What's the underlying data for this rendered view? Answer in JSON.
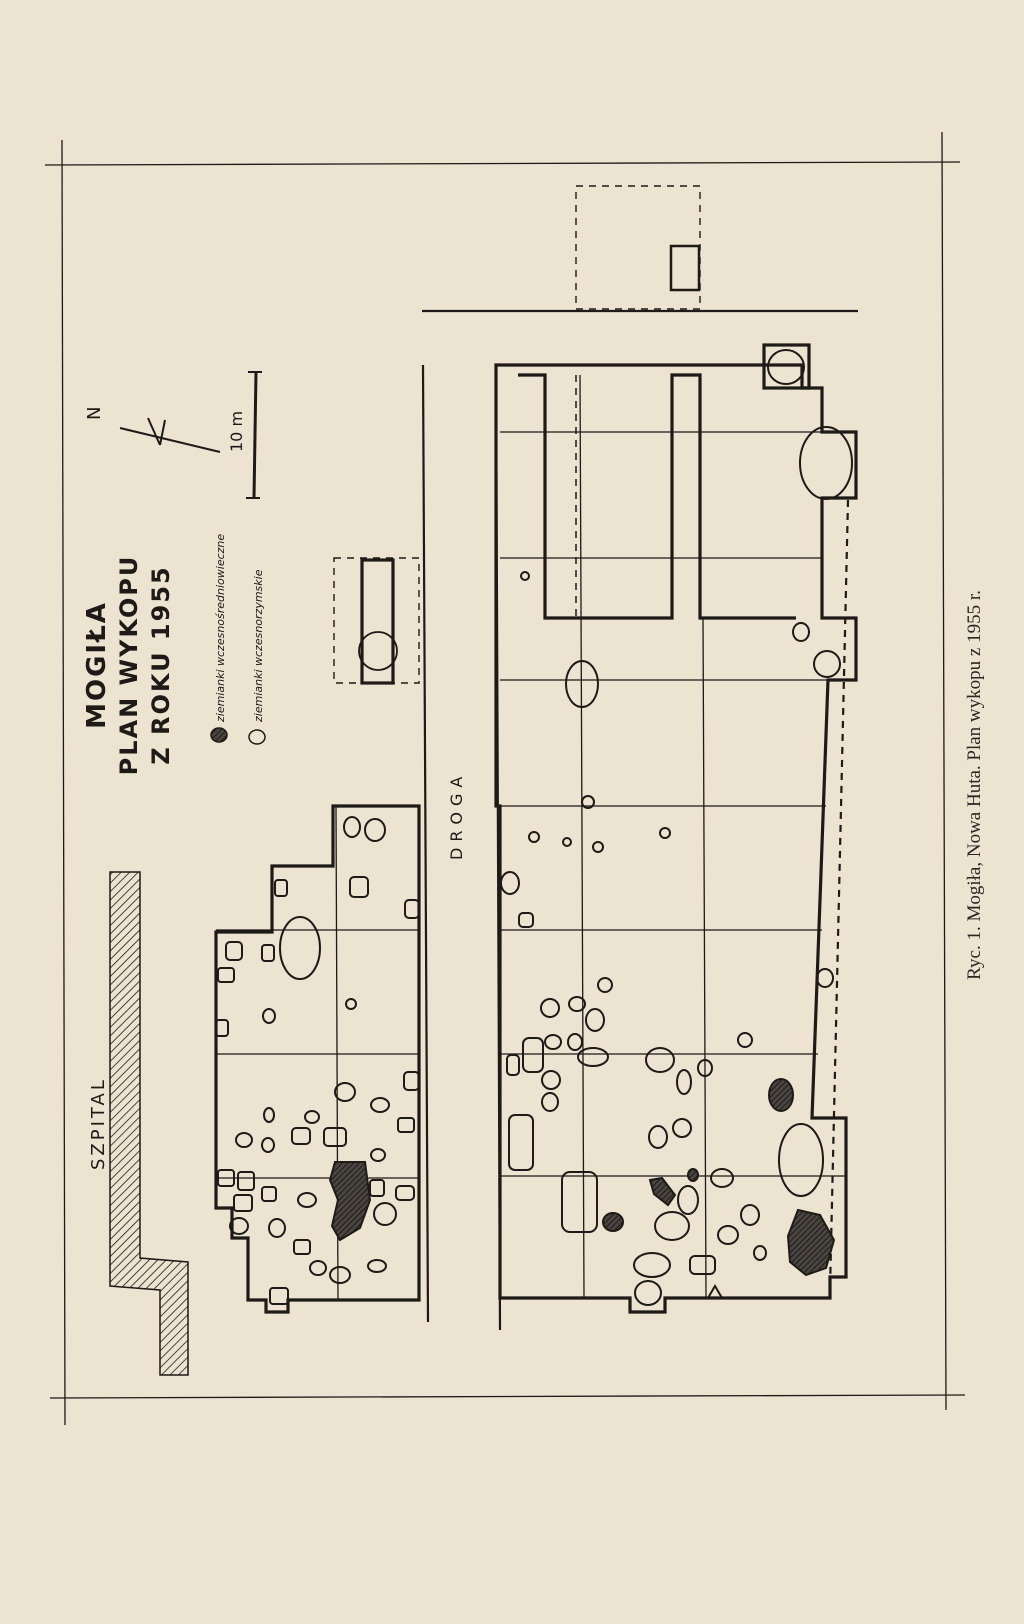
{
  "map": {
    "title_lines": [
      "MOGIŁA",
      "PLAN WYKOPU",
      "Z ROKU 1955"
    ],
    "north_label": "N",
    "scale_label": "10 m",
    "legend": [
      {
        "symbol": "filled-hatched-pit",
        "label": "ziemianki wczesnośredniowieczne"
      },
      {
        "symbol": "outline-pit",
        "label": "ziemianki wczesnorzymskie"
      }
    ],
    "labels": {
      "hospital": "SZPITAL",
      "road": "DROGA"
    }
  },
  "caption": "Ryc. 1. Mogiła, Nowa Huta. Plan wykopu z 1955 r.",
  "colors": {
    "paper": "#ece3d1",
    "ink": "#1d1a17"
  }
}
